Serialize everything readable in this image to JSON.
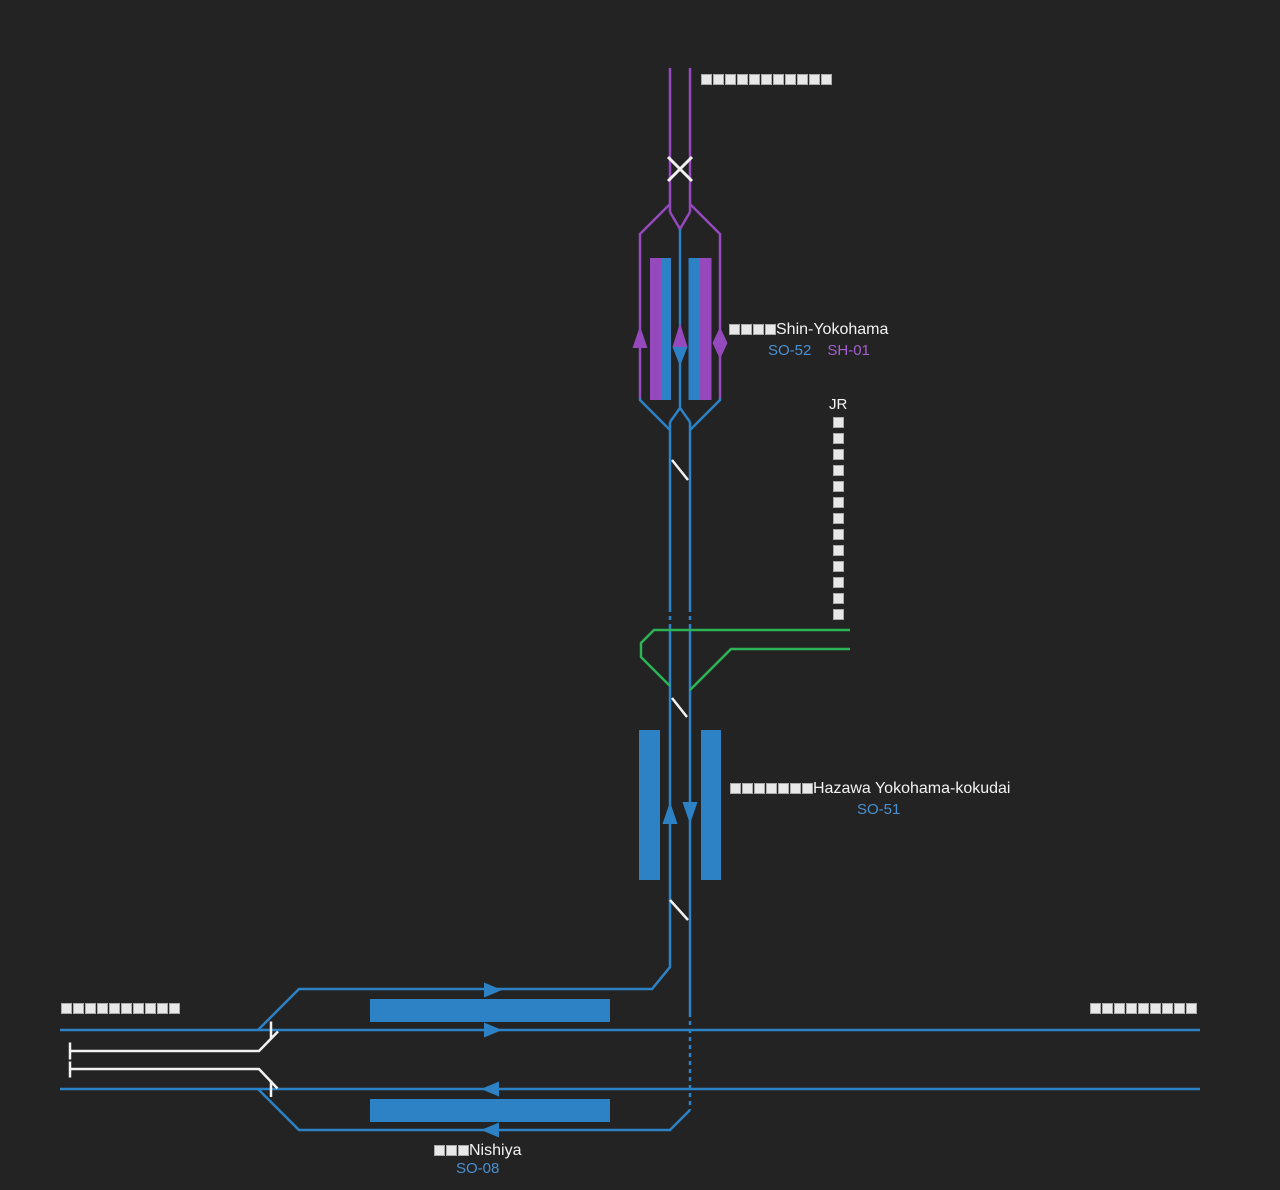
{
  "colors": {
    "background": "#232323",
    "blue": "#2d82c5",
    "purple": "#9549bd",
    "green": "#2cb456",
    "white": "#f2f2f2",
    "code_blue": "#4a90d0",
    "code_purple": "#a55fd2",
    "tofu_fill": "#e8e8e8",
    "tofu_border": "#aaaaaa"
  },
  "stations": {
    "shin_yokohama": {
      "name": "Shin-Yokohama",
      "code_so": "SO-52",
      "code_sh": "SH-01",
      "name_prefix_boxes": 4
    },
    "hazawa_yokohama_kokudai": {
      "name": "Hazawa Yokohama-kokudai",
      "code": "SO-51",
      "name_prefix_boxes": 7
    },
    "nishiya": {
      "name": "Nishiya",
      "code": "SO-08",
      "name_prefix_boxes": 3
    }
  },
  "annotations": {
    "jr_label": "JR",
    "jr_column_boxes": 13,
    "top_destination_boxes": 11,
    "left_destination_boxes": 10,
    "right_destination_boxes": 9
  }
}
